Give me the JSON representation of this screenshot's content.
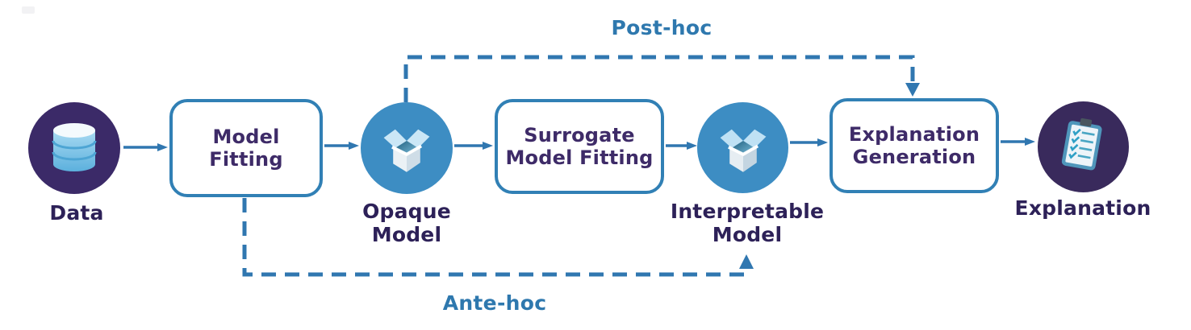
{
  "diagram": {
    "labels": {
      "post_hoc": "Post-hoc",
      "ante_hoc": "Ante-hoc"
    },
    "nodes": {
      "data": {
        "label": "Data",
        "icon": "database-icon"
      },
      "model_fitting": {
        "line1": "Model",
        "line2": "Fitting"
      },
      "opaque_model": {
        "line1": "Opaque",
        "line2": "Model",
        "icon": "open-box-icon"
      },
      "surrogate_fitting": {
        "line1": "Surrogate",
        "line2": "Model Fitting"
      },
      "interpretable_model": {
        "line1": "Interpretable",
        "line2": "Model",
        "icon": "open-box-icon"
      },
      "explanation_generation": {
        "line1": "Explanation",
        "line2": "Generation"
      },
      "explanation": {
        "label": "Explanation",
        "icon": "clipboard-checklist-icon"
      }
    },
    "colors": {
      "background": "#ffffff",
      "connector_blue": "#3077b0",
      "box_border_blue": "#3180b5",
      "circle_blue": "#3d8dc3",
      "circle_purple_data": "#3b2a68",
      "circle_purple_explanation": "#392a5c",
      "box_text_purple": "#3e2b68",
      "circle_label_text": "#2d2158",
      "hoc_label_blue": "#2e78ae"
    }
  }
}
